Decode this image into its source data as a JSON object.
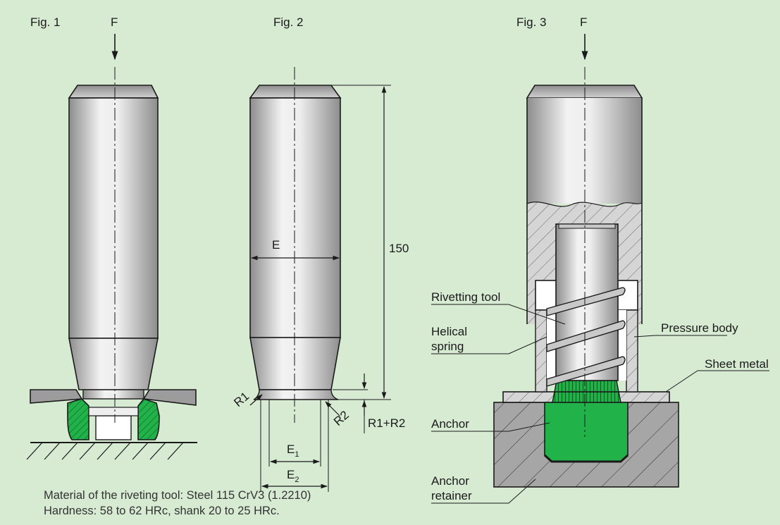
{
  "figures": {
    "fig1": {
      "label": "Fig. 1",
      "force": "F"
    },
    "fig2": {
      "label": "Fig. 2"
    },
    "fig3": {
      "label": "Fig. 3",
      "force": "F"
    }
  },
  "dimensions": {
    "length": "150",
    "diameter": "E",
    "e1": {
      "main": "E",
      "sub": "1"
    },
    "e2": {
      "main": "E",
      "sub": "2"
    },
    "r1": "R1",
    "r2": "R2",
    "r_sum": "R1+R2"
  },
  "callouts": {
    "rivetting_tool": "Rivetting tool",
    "helical_spring_line1": "Helical",
    "helical_spring_line2": "spring",
    "pressure_body": "Pressure body",
    "sheet_metal": "Sheet metal",
    "anchor": "Anchor",
    "anchor_retainer_line1": "Anchor",
    "anchor_retainer_line2": "retainer"
  },
  "notes": {
    "material": "Material of the riveting tool: Steel 115 CrV3 (1.2210)",
    "hardness": "Hardness: 58 to 62 HRc, shank 20 to 25 HRc."
  },
  "colors": {
    "background": "#d7ebd3",
    "steel_light": "#eeeeee",
    "steel_dark": "#8d8d8d",
    "anchor_green": "#22b24a",
    "anchor_green_dark": "#0f7f30",
    "retainer_gray": "#a6a6a6",
    "outline": "#1a1a1a"
  }
}
